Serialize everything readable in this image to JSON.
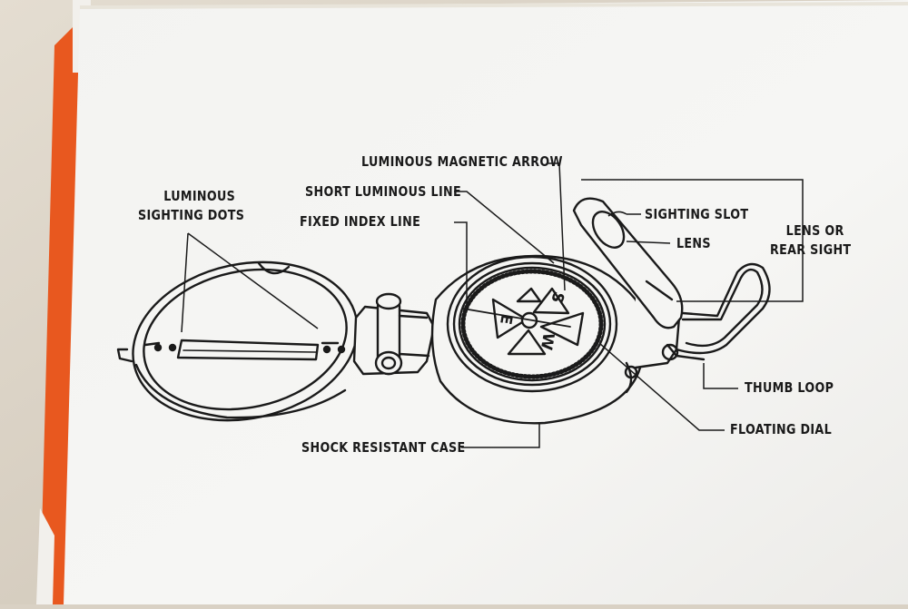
{
  "labels": {
    "luminous_sighting_dots": [
      "LUMINOUS",
      "SIGHTING DOTS"
    ],
    "luminous_magnetic_arrow": "LUMINOUS MAGNETIC ARROW",
    "short_luminous_line": "SHORT LUMINOUS LINE",
    "fixed_index_line": "FIXED INDEX LINE",
    "sighting_slot": "SIGHTING SLOT",
    "lens": "LENS",
    "lens_or_rear_sight": [
      "LENS OR",
      "REAR SIGHT"
    ],
    "thumb_loop": "THUMB LOOP",
    "floating_dial": "FLOATING DIAL",
    "shock_resistant_case": "SHOCK RESISTANT CASE"
  },
  "dial_letters": [
    "S",
    "E",
    "W"
  ],
  "colors": {
    "background_wall": "#d9d1c4",
    "box_orange": "#e8581f",
    "paper": "#f4f4f2",
    "ink": "#1a1a1a"
  }
}
